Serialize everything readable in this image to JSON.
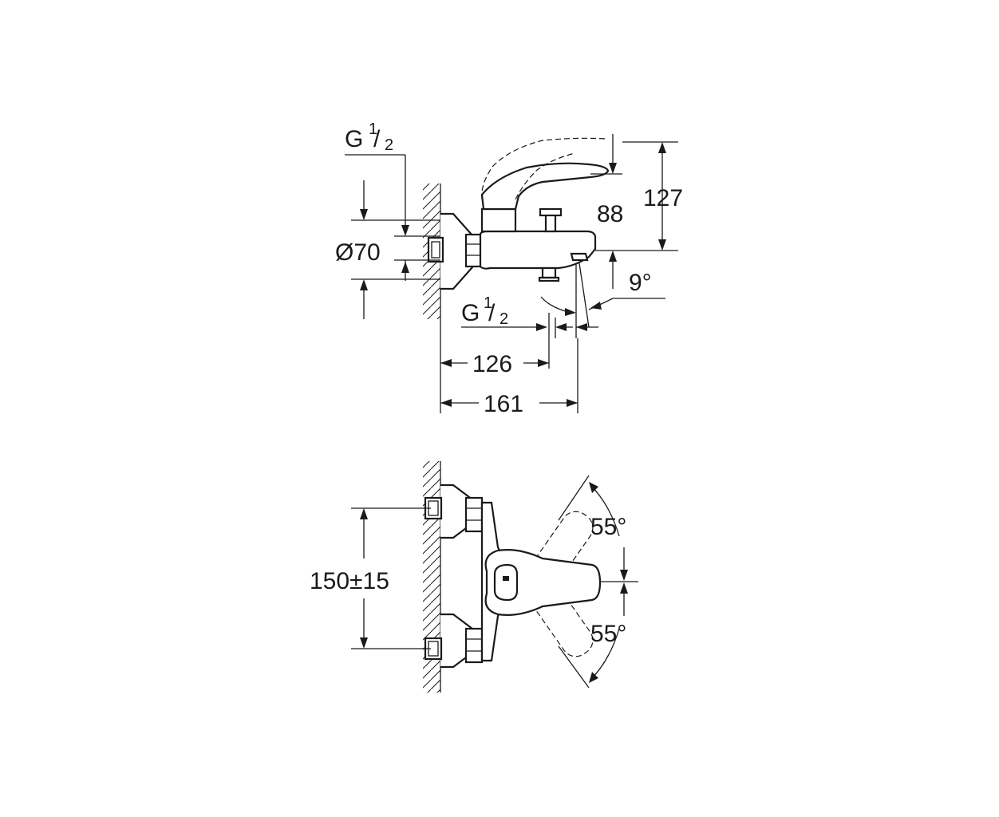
{
  "top_view": {
    "connection_top": {
      "letter": "G",
      "fraction_num": "1",
      "fraction_den": "2"
    },
    "rosette_diameter": "Ø70",
    "height_overall": "127",
    "height_spout": "88",
    "spout_angle": "9°",
    "connection_bottom": {
      "letter": "G",
      "fraction_num": "1",
      "fraction_den": "2"
    },
    "depth_outlet": "126",
    "depth_overall": "161"
  },
  "front_view": {
    "angle_upper": "55°",
    "angle_lower": "55°",
    "center_distance": "150±15"
  }
}
